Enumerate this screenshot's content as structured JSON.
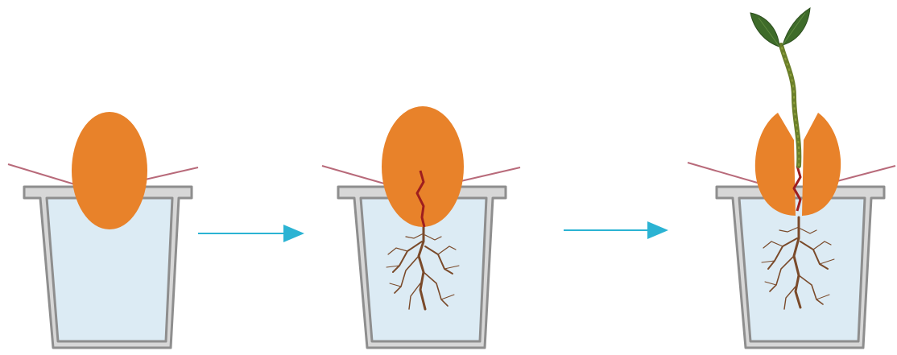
{
  "diagram": {
    "stages": [
      {
        "id": "seed-in-water",
        "elements": [
          "cup",
          "water",
          "seed",
          "toothpicks"
        ]
      },
      {
        "id": "seed-cracks-and-roots",
        "elements": [
          "cup",
          "water",
          "seed",
          "crack",
          "roots",
          "toothpicks"
        ]
      },
      {
        "id": "seedling-sprouts",
        "elements": [
          "cup",
          "water",
          "split-seed",
          "crack",
          "roots",
          "stem",
          "leaves",
          "toothpicks"
        ]
      }
    ],
    "arrows": [
      {
        "from": "seed-in-water",
        "to": "seed-cracks-and-roots"
      },
      {
        "from": "seed-cracks-and-roots",
        "to": "seedling-sprouts"
      }
    ],
    "colors": {
      "seed": "#E8822A",
      "water": "#DCEBF4",
      "cup_stroke": "#8E8E8E",
      "cup_fill": "#D7D7D7",
      "arrow": "#2BB3D3",
      "toothpick": "#B86A7A",
      "root": "#7A4A2A",
      "crack": "#9E1E1E",
      "stem": "#6B7F2A",
      "leaf": "#3E6B2A"
    }
  }
}
